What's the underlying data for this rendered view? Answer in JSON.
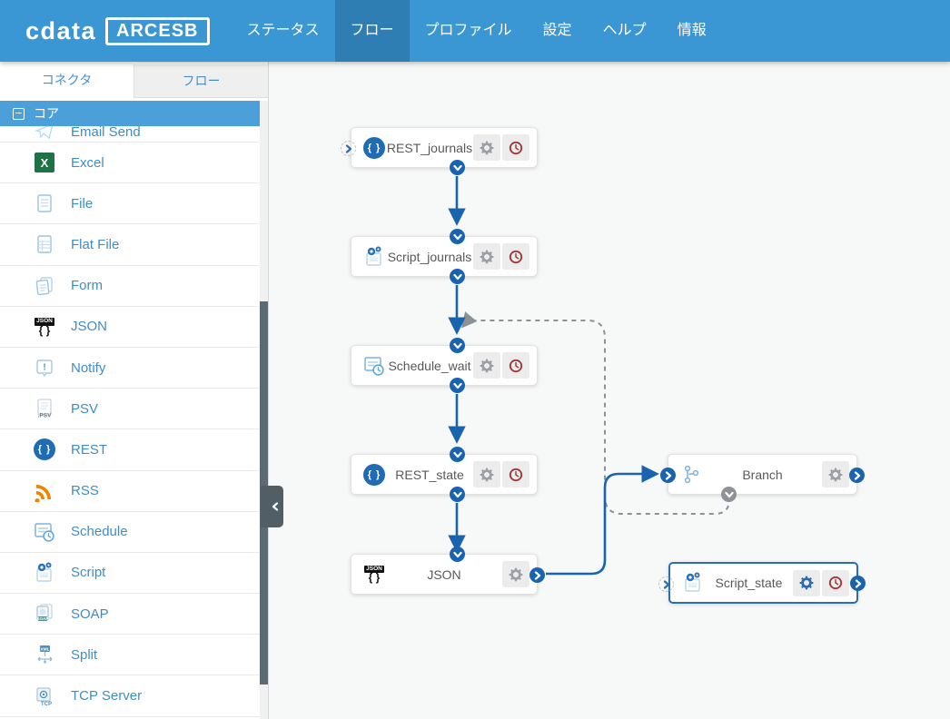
{
  "navbar": {
    "logo_text": "cdata",
    "product_badge": "ARCESB",
    "items": [
      {
        "label": "ステータス",
        "active": false
      },
      {
        "label": "フロー",
        "active": true
      },
      {
        "label": "プロファイル",
        "active": false
      },
      {
        "label": "設定",
        "active": false
      },
      {
        "label": "ヘルプ",
        "active": false
      },
      {
        "label": "情報",
        "active": false
      }
    ]
  },
  "sidebar": {
    "tabs": [
      {
        "label": "コネクタ",
        "active": true
      },
      {
        "label": "フロー",
        "active": false
      }
    ],
    "section": {
      "label": "コア",
      "icon": "collapse-minus-box-icon",
      "expanded": true
    },
    "items": [
      {
        "label": "Email Send",
        "icon": "email-send-icon",
        "clipped_by_scroll": true
      },
      {
        "label": "Excel",
        "icon": "excel-icon"
      },
      {
        "label": "File",
        "icon": "file-icon"
      },
      {
        "label": "Flat File",
        "icon": "flat-file-icon"
      },
      {
        "label": "Form",
        "icon": "form-icon"
      },
      {
        "label": "JSON",
        "icon": "json-icon"
      },
      {
        "label": "Notify",
        "icon": "notify-icon"
      },
      {
        "label": "PSV",
        "icon": "psv-icon"
      },
      {
        "label": "REST",
        "icon": "rest-icon"
      },
      {
        "label": "RSS",
        "icon": "rss-icon"
      },
      {
        "label": "Schedule",
        "icon": "schedule-icon"
      },
      {
        "label": "Script",
        "icon": "script-icon"
      },
      {
        "label": "SOAP",
        "icon": "soap-icon"
      },
      {
        "label": "Split",
        "icon": "split-icon"
      },
      {
        "label": "TCP Server",
        "icon": "tcp-server-icon"
      }
    ]
  },
  "canvas": {
    "nodes": [
      {
        "label": "REST_journals",
        "icon": "rest-icon",
        "buttons": [
          "settings",
          "schedule"
        ],
        "selected": false
      },
      {
        "label": "Script_journals",
        "icon": "script-icon",
        "buttons": [
          "settings",
          "schedule"
        ],
        "selected": false
      },
      {
        "label": "Schedule_wait",
        "icon": "schedule-icon",
        "buttons": [
          "settings",
          "schedule"
        ],
        "selected": false
      },
      {
        "label": "REST_state",
        "icon": "rest-icon",
        "buttons": [
          "settings",
          "schedule"
        ],
        "selected": false
      },
      {
        "label": "JSON",
        "icon": "json-icon",
        "buttons": [
          "settings"
        ],
        "selected": false
      },
      {
        "label": "Branch",
        "icon": "branch-icon",
        "buttons": [
          "settings"
        ],
        "selected": false
      },
      {
        "label": "Script_state",
        "icon": "script-icon",
        "buttons": [
          "settings",
          "schedule"
        ],
        "selected": true
      }
    ],
    "connections": [
      {
        "from": "REST_journals",
        "to": "Script_journals",
        "style": "solid"
      },
      {
        "from": "Script_journals",
        "to": "Schedule_wait",
        "style": "solid"
      },
      {
        "from": "Schedule_wait",
        "to": "REST_state",
        "style": "solid"
      },
      {
        "from": "REST_state",
        "to": "JSON",
        "style": "solid"
      },
      {
        "from": "JSON",
        "to": "Branch",
        "style": "solid"
      },
      {
        "from": "Branch",
        "to": "Schedule_wait",
        "style": "dashed"
      }
    ]
  },
  "colors": {
    "navbar": "#3b97d3",
    "navbar_active": "#2e7db3",
    "section_header": "#4ba0da",
    "sidebar_link": "#3f8dc6",
    "wire": "#1a63ae",
    "wire_dashed": "#8c9196",
    "selected_border": "#2b6cb5",
    "clock_icon": "#a03b3b",
    "canvas_bg": "#f7f8f8"
  }
}
